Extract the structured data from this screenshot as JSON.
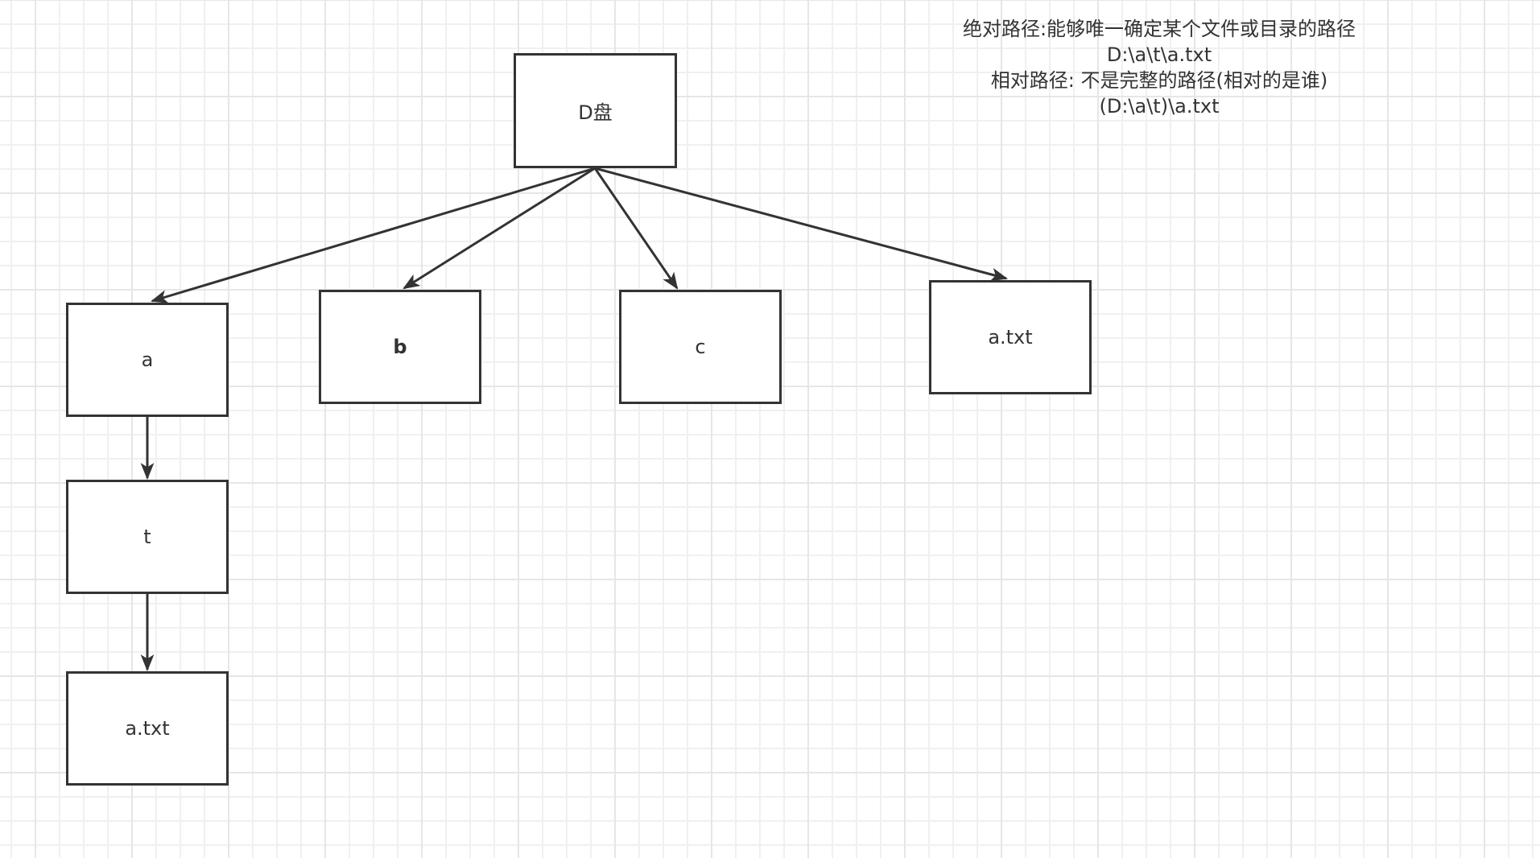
{
  "diagram": {
    "colors": {
      "stroke": "#333333",
      "text": "#333333",
      "grid_minor": "#f0f0f0",
      "grid_major": "#e6e6e6",
      "background": "#ffffff"
    },
    "nodes": {
      "root": {
        "label": "D盘"
      },
      "a": {
        "label": "a"
      },
      "b": {
        "label": "b"
      },
      "c": {
        "label": "c"
      },
      "root_file": {
        "label": "a.txt"
      },
      "t": {
        "label": "t"
      },
      "nested_file": {
        "label": "a.txt"
      }
    },
    "edges": [
      {
        "from": "D盘",
        "to": "a"
      },
      {
        "from": "D盘",
        "to": "b"
      },
      {
        "from": "D盘",
        "to": "c"
      },
      {
        "from": "D盘",
        "to": "a.txt"
      },
      {
        "from": "a",
        "to": "t"
      },
      {
        "from": "t",
        "to": "a.txt"
      }
    ],
    "note": {
      "line1": "绝对路径:能够唯一确定某个文件或目录的路径",
      "line2": "D:\\a\\t\\a.txt",
      "line3": "相对路径: 不是完整的路径(相对的是谁)",
      "line4": "(D:\\a\\t)\\a.txt"
    }
  }
}
